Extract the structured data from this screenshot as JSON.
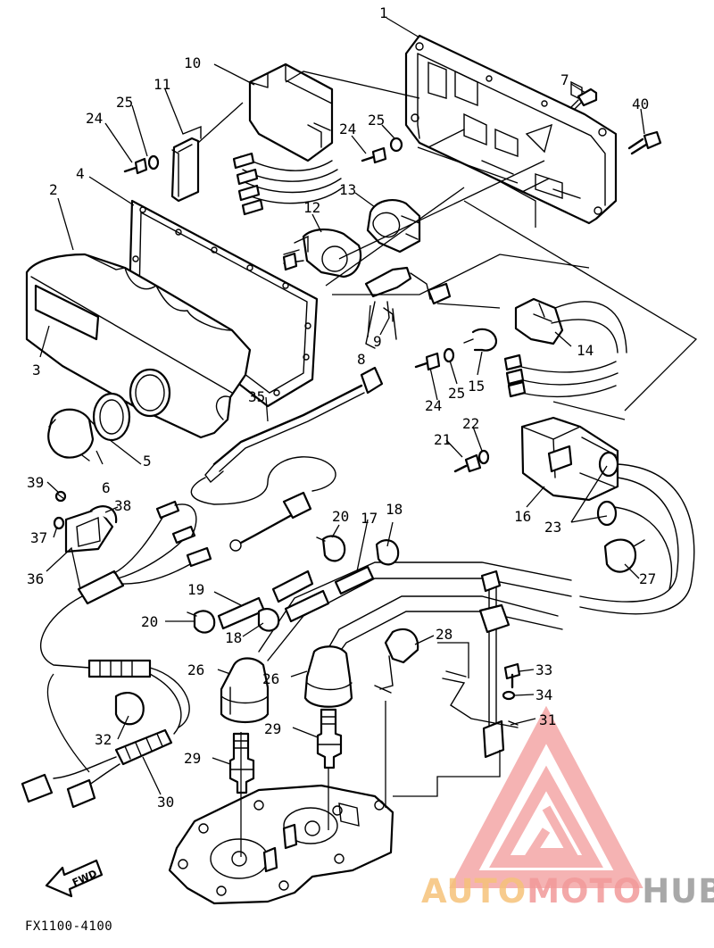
{
  "diagram": {
    "code": "FX1100-4100",
    "fwd_label": "FWD"
  },
  "callouts": [
    {
      "id": "c1",
      "text": "1"
    },
    {
      "id": "c2",
      "text": "2"
    },
    {
      "id": "c3",
      "text": "3"
    },
    {
      "id": "c4",
      "text": "4"
    },
    {
      "id": "c5",
      "text": "5"
    },
    {
      "id": "c6",
      "text": "6"
    },
    {
      "id": "c7",
      "text": "7"
    },
    {
      "id": "c8",
      "text": "8"
    },
    {
      "id": "c9",
      "text": "9"
    },
    {
      "id": "c10",
      "text": "10"
    },
    {
      "id": "c11",
      "text": "11"
    },
    {
      "id": "c12",
      "text": "12"
    },
    {
      "id": "c13",
      "text": "13"
    },
    {
      "id": "c14",
      "text": "14"
    },
    {
      "id": "c15",
      "text": "15"
    },
    {
      "id": "c16",
      "text": "16"
    },
    {
      "id": "c17",
      "text": "17"
    },
    {
      "id": "c18a",
      "text": "18"
    },
    {
      "id": "c18b",
      "text": "18"
    },
    {
      "id": "c19",
      "text": "19"
    },
    {
      "id": "c20a",
      "text": "20"
    },
    {
      "id": "c20b",
      "text": "20"
    },
    {
      "id": "c21",
      "text": "21"
    },
    {
      "id": "c22",
      "text": "22"
    },
    {
      "id": "c23",
      "text": "23"
    },
    {
      "id": "c24a",
      "text": "24"
    },
    {
      "id": "c24b",
      "text": "24"
    },
    {
      "id": "c24c",
      "text": "24"
    },
    {
      "id": "c25a",
      "text": "25"
    },
    {
      "id": "c25b",
      "text": "25"
    },
    {
      "id": "c25c",
      "text": "25"
    },
    {
      "id": "c26a",
      "text": "26"
    },
    {
      "id": "c26b",
      "text": "26"
    },
    {
      "id": "c27",
      "text": "27"
    },
    {
      "id": "c28",
      "text": "28"
    },
    {
      "id": "c29a",
      "text": "29"
    },
    {
      "id": "c29b",
      "text": "29"
    },
    {
      "id": "c30",
      "text": "30"
    },
    {
      "id": "c31",
      "text": "31"
    },
    {
      "id": "c32",
      "text": "32"
    },
    {
      "id": "c33",
      "text": "33"
    },
    {
      "id": "c34",
      "text": "34"
    },
    {
      "id": "c35",
      "text": "35"
    },
    {
      "id": "c36",
      "text": "36"
    },
    {
      "id": "c37",
      "text": "37"
    },
    {
      "id": "c38",
      "text": "38"
    },
    {
      "id": "c39",
      "text": "39"
    },
    {
      "id": "c40",
      "text": "40"
    }
  ],
  "watermark": {
    "part1": "AUTO",
    "part2": "MOTO",
    "part3": "HUB",
    "colors": {
      "primary": "#f29a9a",
      "secondary": "#f6c27a",
      "dark": "#9a9a9a"
    }
  }
}
